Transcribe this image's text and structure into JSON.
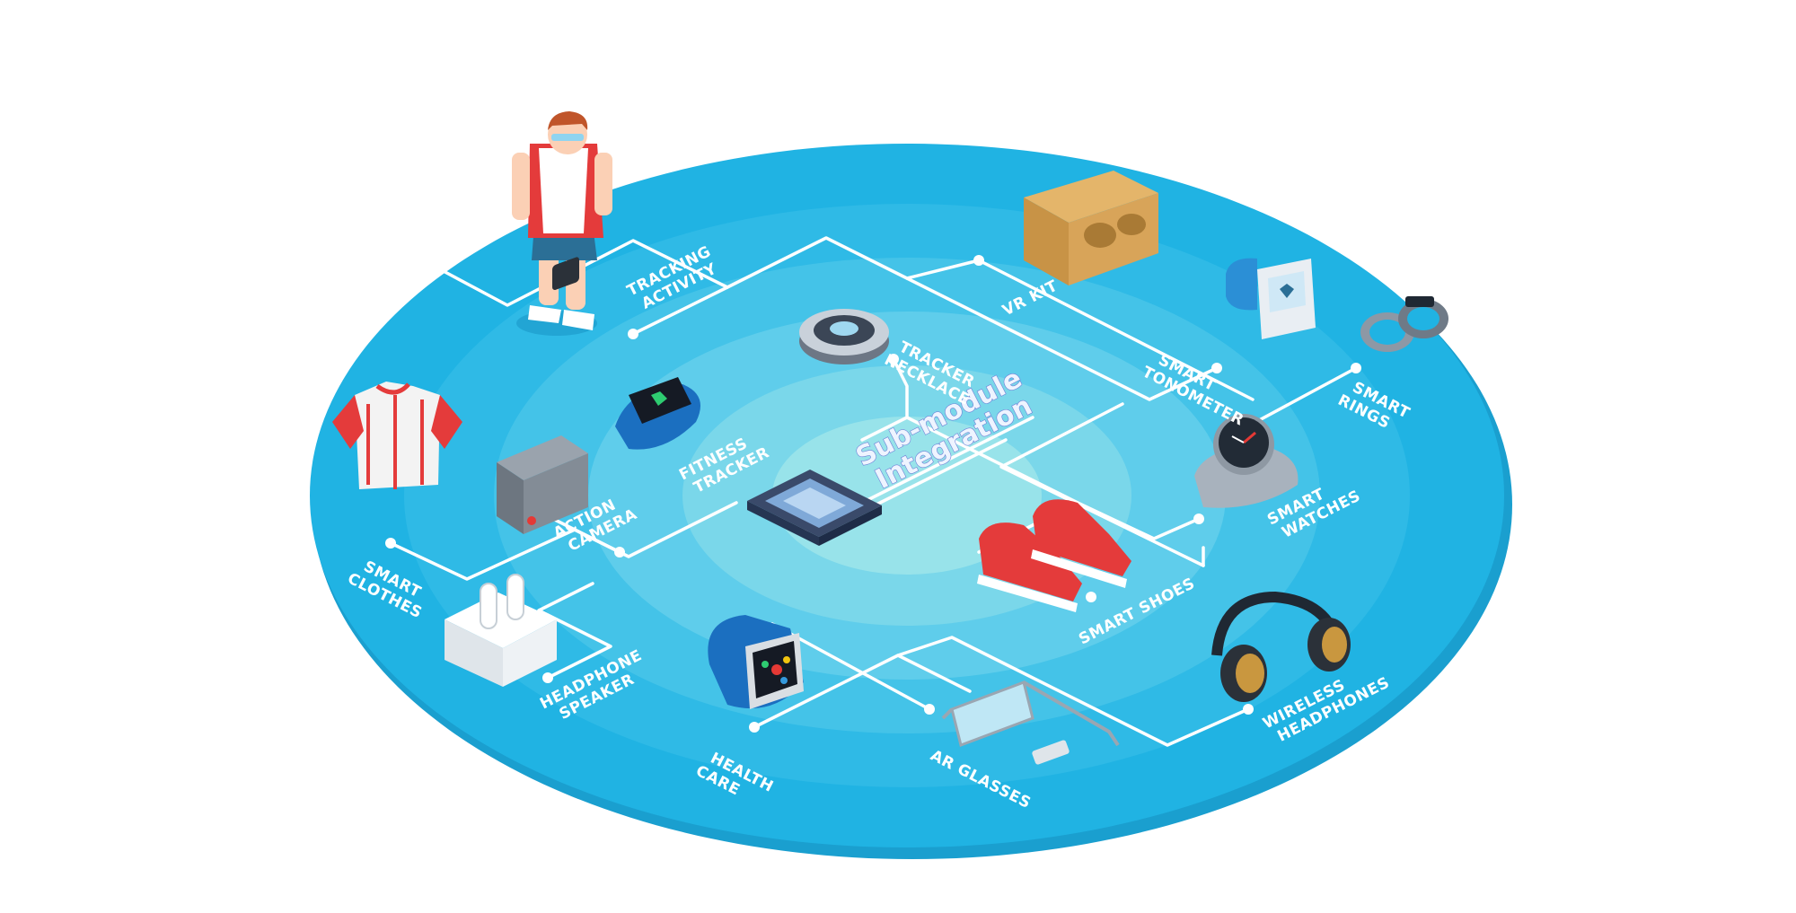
{
  "center": {
    "line1": "Sub-module",
    "line2": "Integration"
  },
  "devices": [
    {
      "id": "tracking-activity",
      "lines": [
        "TRACKING",
        "ACTIVITY"
      ]
    },
    {
      "id": "vr-kit",
      "lines": [
        "VR KIT"
      ]
    },
    {
      "id": "tracker-necklace",
      "lines": [
        "TRACKER",
        "NECKLACE"
      ]
    },
    {
      "id": "smart-tonometer",
      "lines": [
        "SMART",
        "TONOMETER"
      ]
    },
    {
      "id": "smart-rings",
      "lines": [
        "SMART",
        "RINGS"
      ]
    },
    {
      "id": "fitness-tracker",
      "lines": [
        "FITNESS",
        "TRACKER"
      ]
    },
    {
      "id": "action-camera",
      "lines": [
        "ACTION",
        "CAMERA"
      ]
    },
    {
      "id": "smart-watches",
      "lines": [
        "SMART",
        "WATCHES"
      ]
    },
    {
      "id": "smart-clothes",
      "lines": [
        "SMART",
        "CLOTHES"
      ]
    },
    {
      "id": "smart-shoes",
      "lines": [
        "SMART SHOES"
      ]
    },
    {
      "id": "headphone-speaker",
      "lines": [
        "HEADPHONE",
        "SPEAKER"
      ]
    },
    {
      "id": "wireless-headphones",
      "lines": [
        "WIRELESS",
        "HEADPHONES"
      ]
    },
    {
      "id": "health-care",
      "lines": [
        "HEALTH",
        "CARE"
      ]
    },
    {
      "id": "ar-glasses",
      "lines": [
        "AR GLASSES"
      ]
    }
  ],
  "colors": {
    "outer": "#20b3e3",
    "ring1": "#33bde8",
    "ring2": "#52c8eb",
    "ring3": "#6fd3ec",
    "inner": "#8fe2ec",
    "core": "#a9ece9",
    "line": "#ffffff"
  },
  "icons": [
    "runner-icon",
    "vr-headset-icon",
    "tracker-necklace-icon",
    "tonometer-icon",
    "smart-rings-icon",
    "fitness-band-icon",
    "action-camera-icon",
    "smart-watch-icon",
    "smart-shirt-icon",
    "sneakers-icon",
    "earbuds-case-icon",
    "headphones-icon",
    "health-watch-icon",
    "ar-glasses-icon",
    "chip-icon"
  ]
}
